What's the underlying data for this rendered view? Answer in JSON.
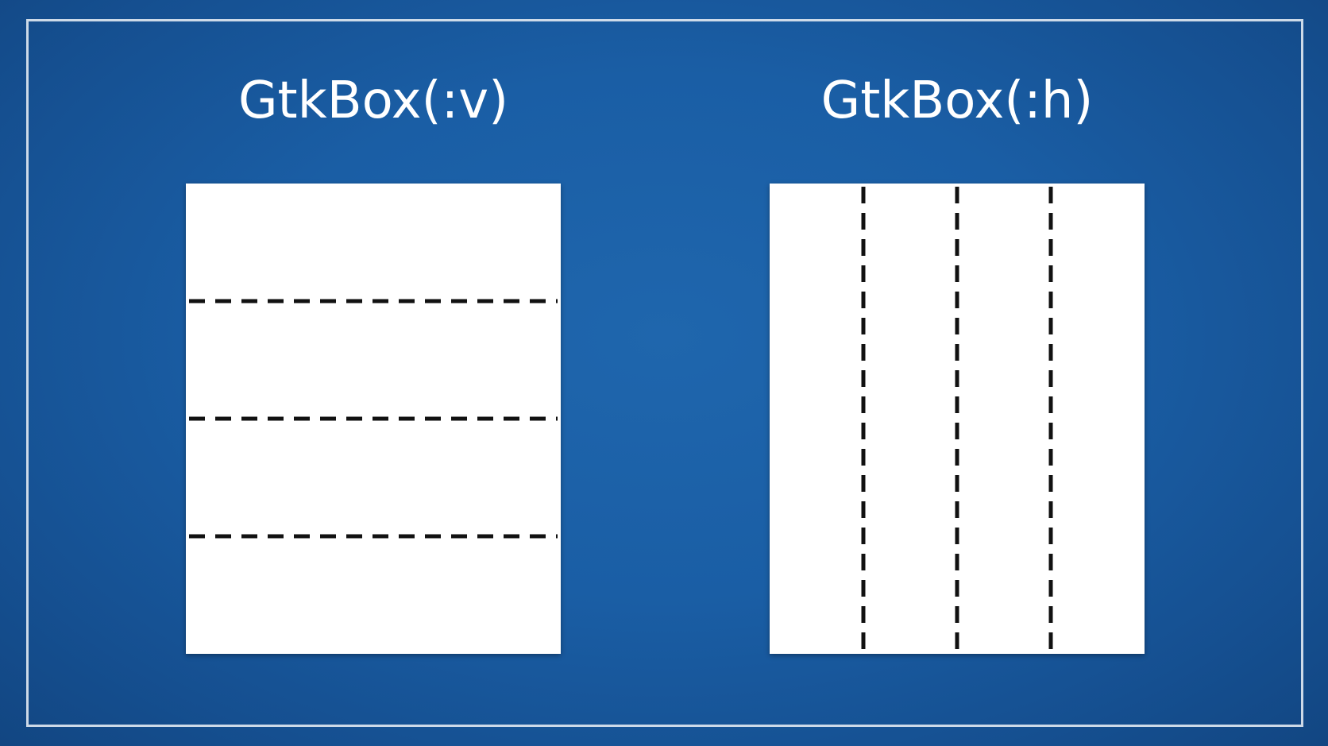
{
  "diagram": {
    "vertical_box": {
      "title": "GtkBox(:v)",
      "orientation": "vertical",
      "divider_count": 3
    },
    "horizontal_box": {
      "title": "GtkBox(:h)",
      "orientation": "horizontal",
      "divider_count": 3
    }
  },
  "colors": {
    "background": "#1a5ea5",
    "frame": "#dde6f0",
    "box_fill": "#ffffff",
    "divider": "#111111",
    "title_text": "#ffffff"
  }
}
